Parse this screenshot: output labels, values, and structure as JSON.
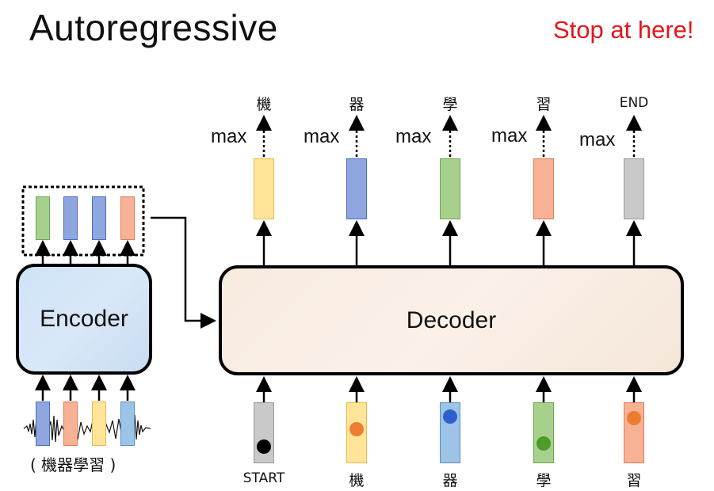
{
  "slide": {
    "title": "Autoregressive",
    "note": "Stop at here!"
  },
  "encoder": {
    "label": "Encoder",
    "caption": "( 機器學習 )"
  },
  "decoder": {
    "label": "Decoder",
    "inputs": [
      "START",
      "機",
      "器",
      "學",
      "習"
    ],
    "outputs": [
      "機",
      "器",
      "學",
      "習",
      "END"
    ],
    "max_label": "max"
  },
  "colors": {
    "yellow": "#ffe49a",
    "blue": "#8fa6de",
    "green": "#a8d08d",
    "orange": "#f7b296",
    "gray": "#c9c9c9",
    "lightblue": "#9dc3e6",
    "note_red": "#e3161b"
  }
}
